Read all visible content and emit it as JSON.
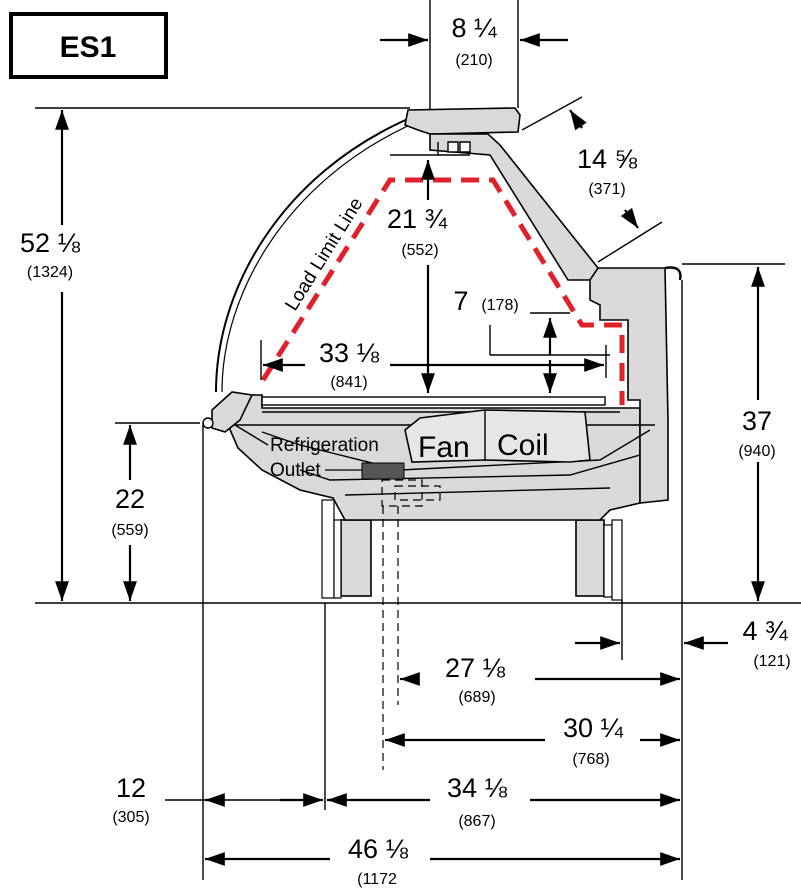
{
  "title": "ES1",
  "colors": {
    "load_limit_line": "#e0202a",
    "case_fill": "#d9d9d9"
  },
  "labels": {
    "load_limit_line": "Load Limit Line",
    "refrigeration_outlet_line1": "Refrigeration",
    "refrigeration_outlet_line2": "Outlet",
    "fan": "Fan",
    "coil": "Coil"
  },
  "dimensions": {
    "top_width": {
      "main": "8 ¼",
      "sub": "(210)"
    },
    "canopy": {
      "main": "14 ⅝",
      "sub": "(371)"
    },
    "overall_height": {
      "main": "52 ⅛",
      "sub": "(1324)"
    },
    "display_height": {
      "main": "21 ¾",
      "sub": "(552)"
    },
    "shelf_rise": {
      "main": "7",
      "sub": "(178)"
    },
    "display_depth": {
      "main": "33 ⅛",
      "sub": "(841)"
    },
    "rear_height": {
      "main": "37",
      "sub": "(940)"
    },
    "front_height": {
      "main": "22",
      "sub": "(559)"
    },
    "rear_offset": {
      "main": "4 ¾",
      "sub": "(121)"
    },
    "outlet_to_back": {
      "main": "27 ⅛",
      "sub": "(689)"
    },
    "drain_to_back": {
      "main": "30 ¼",
      "sub": "(768)"
    },
    "front_overhang": {
      "main": "12",
      "sub": "(305)"
    },
    "leg_span": {
      "main": "34 ⅛",
      "sub": "(867)"
    },
    "overall_depth": {
      "main": "46 ⅛",
      "sub": "(1172"
    }
  }
}
